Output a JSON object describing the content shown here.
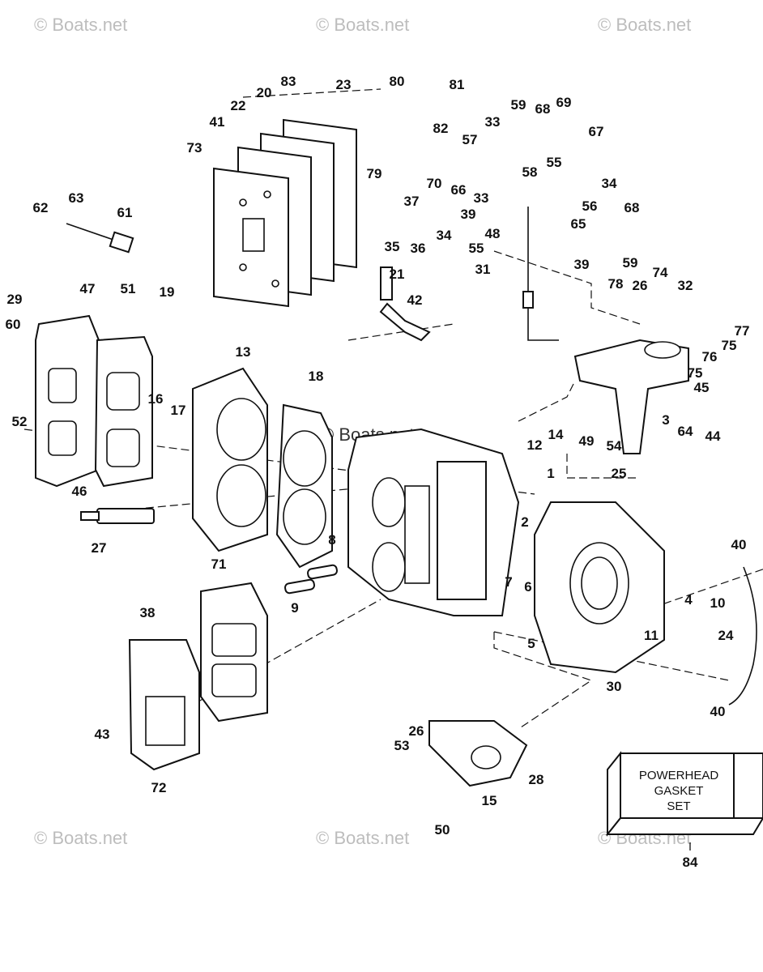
{
  "watermark": "© Boats.net",
  "kit_box": {
    "lines": [
      "POWERHEAD",
      "GASKET",
      "SET"
    ],
    "number": "84"
  },
  "callouts": [
    "1",
    "2",
    "3",
    "4",
    "5",
    "6",
    "7",
    "8",
    "9",
    "10",
    "11",
    "12",
    "13",
    "14",
    "15",
    "16",
    "17",
    "18",
    "19",
    "20",
    "21",
    "22",
    "23",
    "24",
    "25",
    "26",
    "26",
    "27",
    "28",
    "29",
    "30",
    "31",
    "32",
    "33",
    "33",
    "34",
    "34",
    "35",
    "36",
    "37",
    "38",
    "39",
    "39",
    "40",
    "40",
    "41",
    "42",
    "43",
    "44",
    "45",
    "46",
    "47",
    "48",
    "49",
    "50",
    "51",
    "52",
    "53",
    "54",
    "55",
    "55",
    "56",
    "57",
    "58",
    "59",
    "59",
    "60",
    "61",
    "62",
    "63",
    "64",
    "65",
    "66",
    "67",
    "68",
    "68",
    "69",
    "70",
    "71",
    "72",
    "73",
    "74",
    "75",
    "75",
    "76",
    "77",
    "78",
    "79",
    "80",
    "81",
    "82",
    "83"
  ]
}
